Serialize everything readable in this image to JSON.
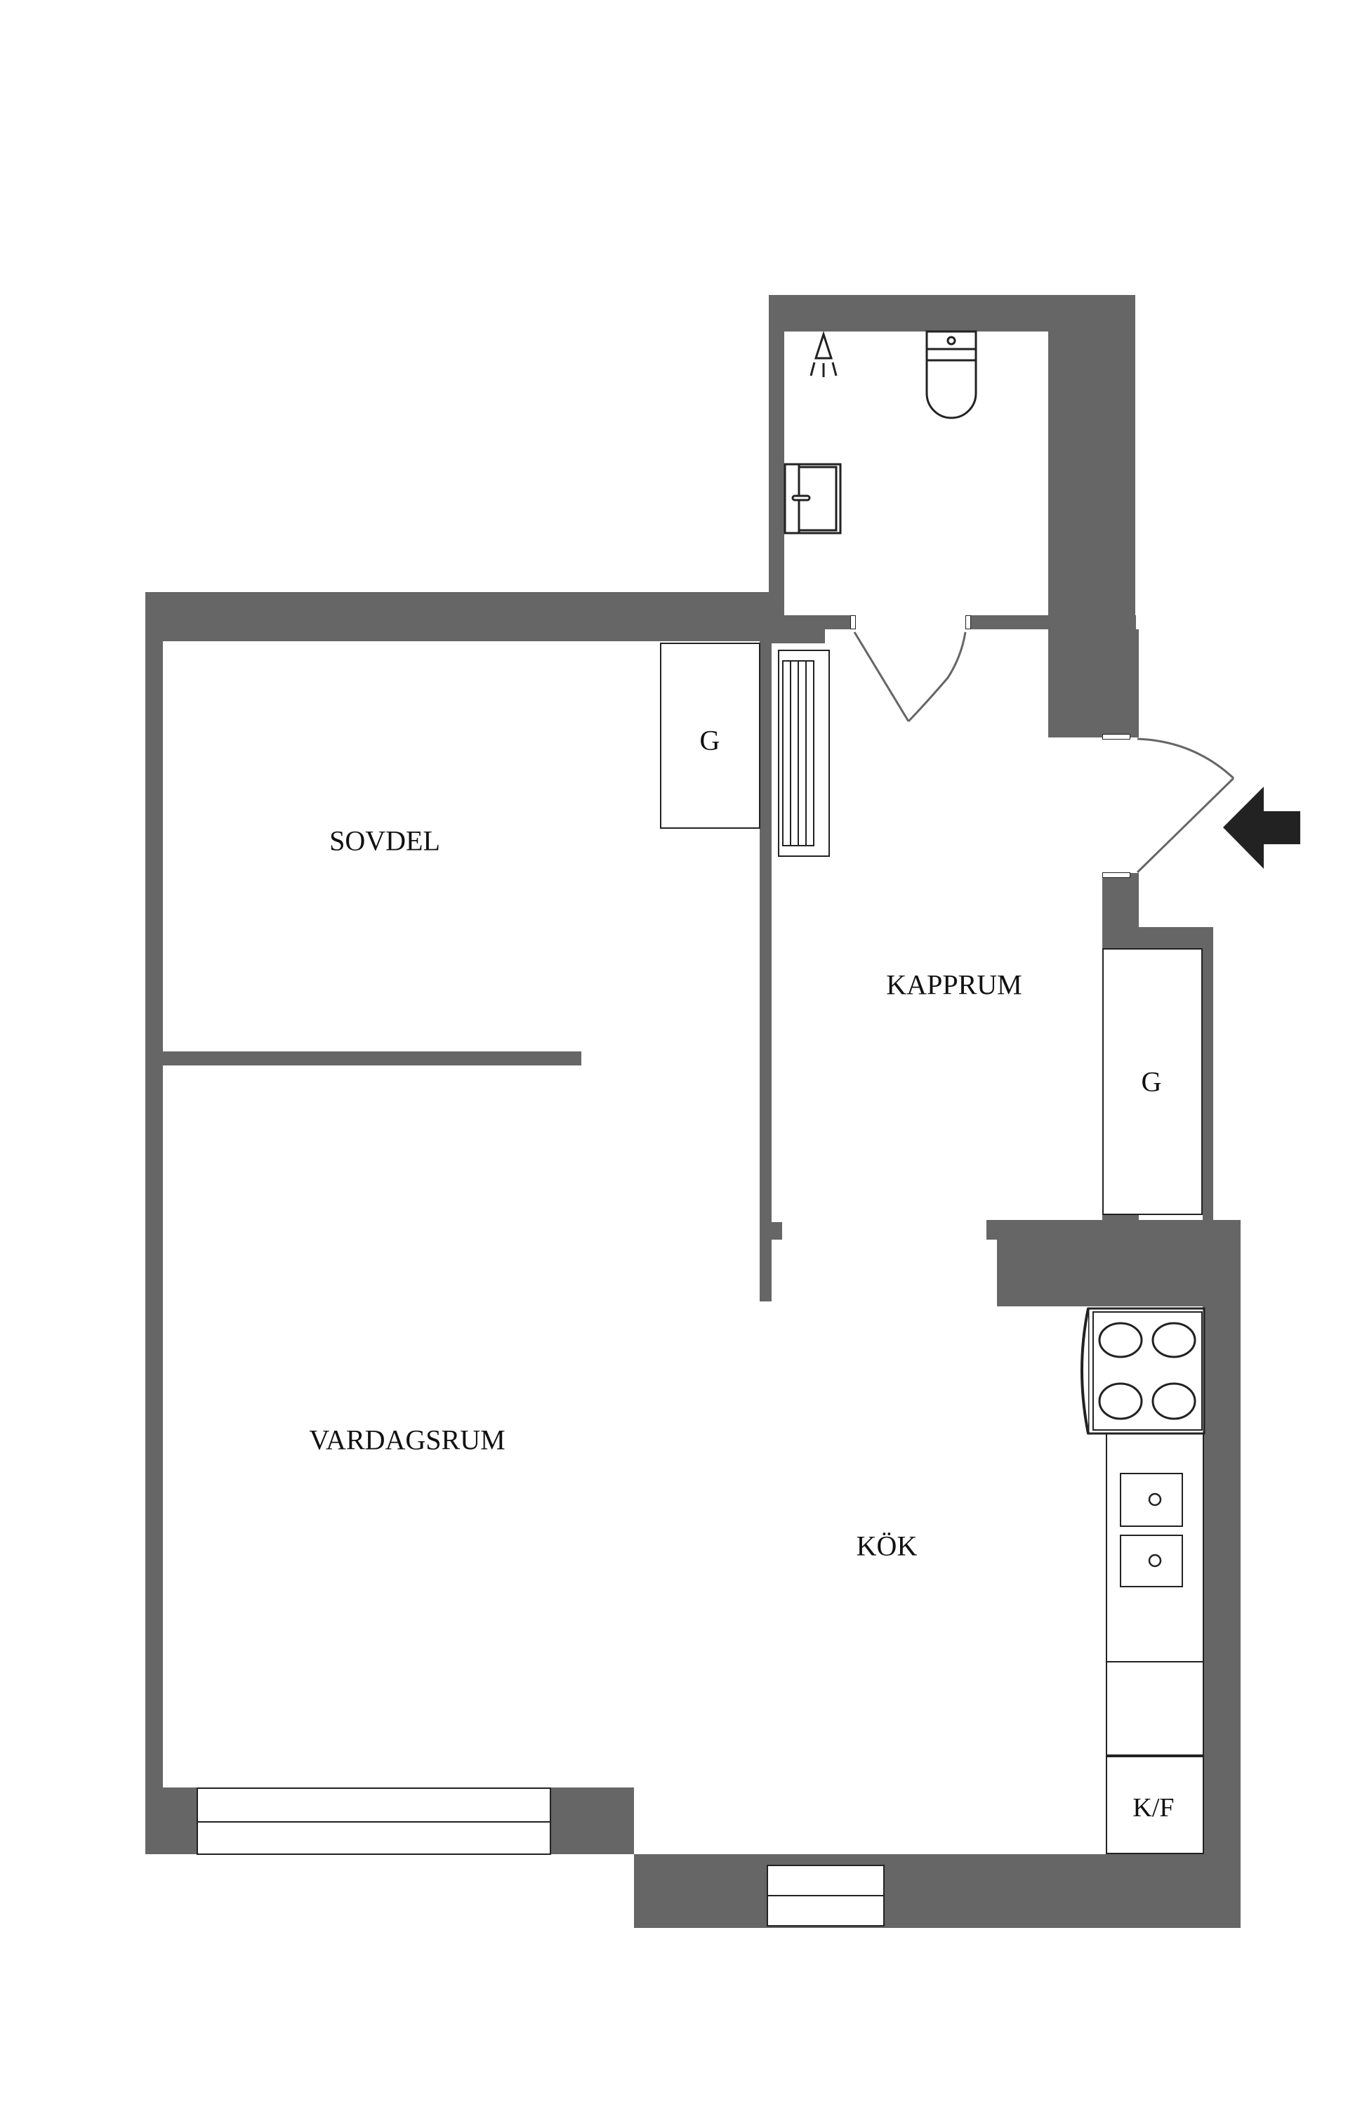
{
  "floorplan": {
    "rooms": {
      "sovdel": "SOVDEL",
      "vardagsrum": "VARDAGSRUM",
      "kapprum": "KAPPRUM",
      "kok": "KÖK"
    },
    "fixtures": {
      "closet_bedroom": "G",
      "closet_hall": "G",
      "fridge_freezer": "K/F"
    },
    "icons": [
      "shower-icon",
      "toilet-icon",
      "sink-icon",
      "radiator-icon",
      "stove-icon",
      "kitchen-sink-icon",
      "entrance-arrow-icon",
      "door-swing-icon",
      "window-icon"
    ],
    "colors": {
      "wall": "#666666",
      "line": "#222222",
      "background": "#ffffff",
      "arrow": "#222222"
    }
  }
}
